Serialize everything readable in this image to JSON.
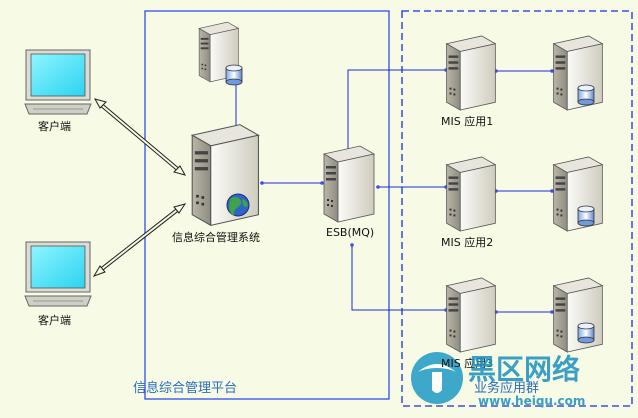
{
  "client_label": "客户端",
  "platform_system_label": "信息综合管理系统",
  "esb_label": "ESB(MQ)",
  "mis_app_labels": [
    "MIS 应用1",
    "MIS 应用2",
    "MIS 应用3"
  ],
  "platform_group_label": "信息综合管理平台",
  "business_group_label": "业务应用群",
  "watermark_text": "黑区网络",
  "watermark_url": "www.heiqu.com",
  "colors": {
    "background": "#f7fbe5",
    "platform_border": "#1f3ff0",
    "business_border": "#1a2fe0",
    "link": "#1b2bd8",
    "group_label": "#2a6bbf"
  }
}
